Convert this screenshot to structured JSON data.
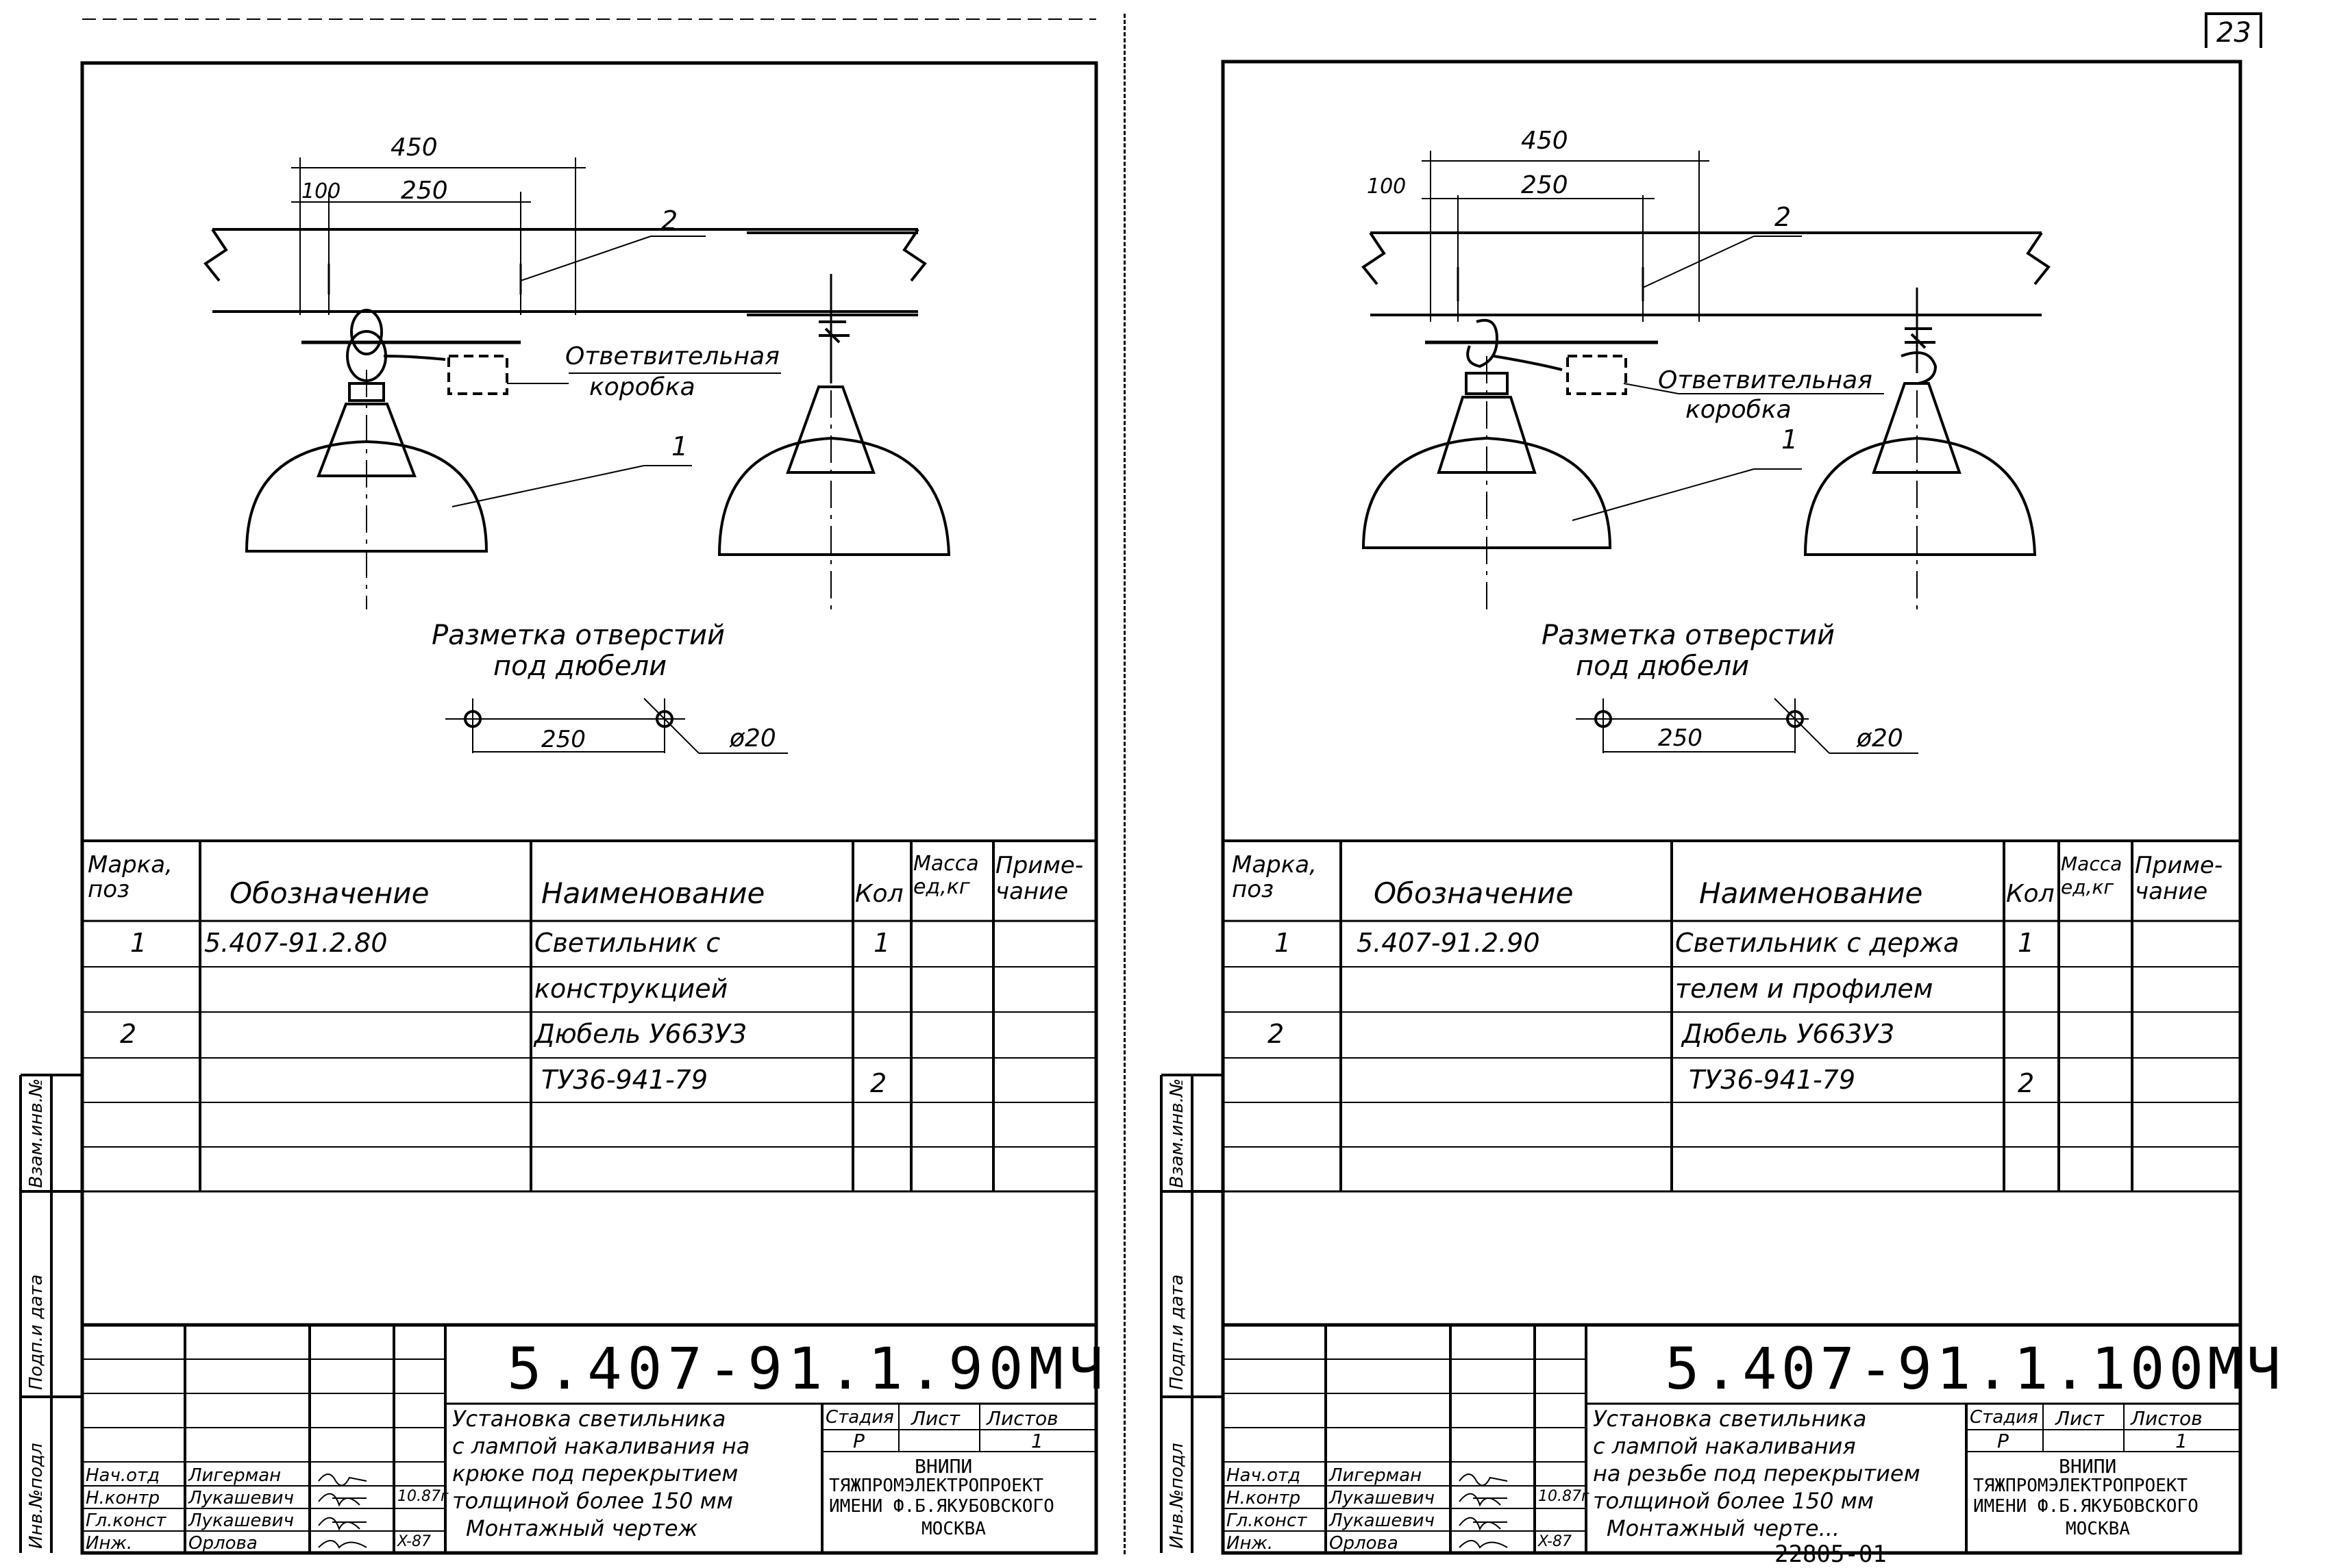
{
  "page_number": "23",
  "archive_number": "22805-01",
  "sheets": [
    {
      "drawing": {
        "dim_total": "450",
        "dim_offset": "100",
        "dim_spacing": "250",
        "callout_dowel": "2",
        "callout_lamp": "1",
        "junction_box_label_1": "Ответвительная",
        "junction_box_label_2": "коробка",
        "marking_title_1": "Разметка отверстий",
        "marking_title_2": "под дюбели",
        "marking_dim": "250",
        "hole_diameter": "ø20"
      },
      "spec": {
        "headers": {
          "mark": "Марка, поз",
          "designation": "Обозначение",
          "name": "Наименование",
          "qty": "Кол",
          "mass": "Масса ед,кг",
          "note": "Приме- чание"
        },
        "rows": [
          {
            "mark": "1",
            "designation": "5.407-91.2.80",
            "name": "Светильник с",
            "qty": "1"
          },
          {
            "mark": "",
            "designation": "",
            "name": "конструкцией",
            "qty": ""
          },
          {
            "mark": "2",
            "designation": "",
            "name": "Дюбель У663У3",
            "qty": ""
          },
          {
            "mark": "",
            "designation": "",
            "name": "ТУ36-941-79",
            "qty": "2"
          }
        ]
      },
      "title_block": {
        "doc_code": "5.407-91.1.90МЧ",
        "title_lines": [
          "Установка светильника",
          "с лампой накаливания на",
          "крюке под перекрытием",
          "толщиной более 150 мм",
          "Монтажный чертеж"
        ],
        "stage_label": "Стадия",
        "sheet_label": "Лист",
        "sheets_label": "Листов",
        "stage": "Р",
        "sheets_total": "1",
        "org_lines": [
          "ВНИПИ",
          "ТЯЖПРОМЭЛЕКТРОПРОЕКТ",
          "ИМЕНИ Ф.Б.ЯКУБОВСКОГО",
          "МОСКВА"
        ],
        "roles": [
          "Нач.отд",
          "Н.контр",
          "Гл.конст",
          "Инж."
        ],
        "names": [
          "Лигерман",
          "Лукашевич",
          "Лукашевич",
          "Орлова"
        ],
        "dates": [
          "",
          "10.87г",
          "",
          "X-87"
        ]
      },
      "side_labels": [
        "Инв.№подл",
        "Подп.и дата",
        "Взам.инв.№"
      ]
    },
    {
      "drawing": {
        "dim_total": "450",
        "dim_offset": "100",
        "dim_spacing": "250",
        "callout_dowel": "2",
        "callout_lamp": "1",
        "junction_box_label_1": "Ответвительная",
        "junction_box_label_2": "коробка",
        "marking_title_1": "Разметка отверстий",
        "marking_title_2": "под дюбели",
        "marking_dim": "250",
        "hole_diameter": "ø20"
      },
      "spec": {
        "headers": {
          "mark": "Марка, поз",
          "designation": "Обозначение",
          "name": "Наименование",
          "qty": "Кол",
          "mass": "Масса ед,кг",
          "note": "Приме- чание"
        },
        "rows": [
          {
            "mark": "1",
            "designation": "5.407-91.2.90",
            "name": "Светильник с держа",
            "qty": "1"
          },
          {
            "mark": "",
            "designation": "",
            "name": "телем и профилем",
            "qty": ""
          },
          {
            "mark": "2",
            "designation": "",
            "name": "Дюбель У663У3",
            "qty": ""
          },
          {
            "mark": "",
            "designation": "",
            "name": "ТУ36-941-79",
            "qty": "2"
          }
        ]
      },
      "title_block": {
        "doc_code": "5.407-91.1.100МЧ",
        "title_lines": [
          "Установка светильника",
          "с лампой накаливания",
          "на резьбе под перекрытием",
          "толщиной более 150 мм",
          "Монтажный черте..."
        ],
        "stage_label": "Стадия",
        "sheet_label": "Лист",
        "sheets_label": "Листов",
        "stage": "Р",
        "sheets_total": "1",
        "org_lines": [
          "ВНИПИ",
          "ТЯЖПРОМЭЛЕКТРОПРОЕКТ",
          "ИМЕНИ Ф.Б.ЯКУБОВСКОГО",
          "МОСКВА"
        ],
        "roles": [
          "Нач.отд",
          "Н.контр",
          "Гл.конст",
          "Инж."
        ],
        "names": [
          "Лигерман",
          "Лукашевич",
          "Лукашевич",
          "Орлова"
        ],
        "dates": [
          "",
          "10.87г",
          "",
          "X-87"
        ]
      },
      "side_labels": [
        "Инв.№подл",
        "Подп.и дата",
        "Взам.инв.№"
      ]
    }
  ]
}
